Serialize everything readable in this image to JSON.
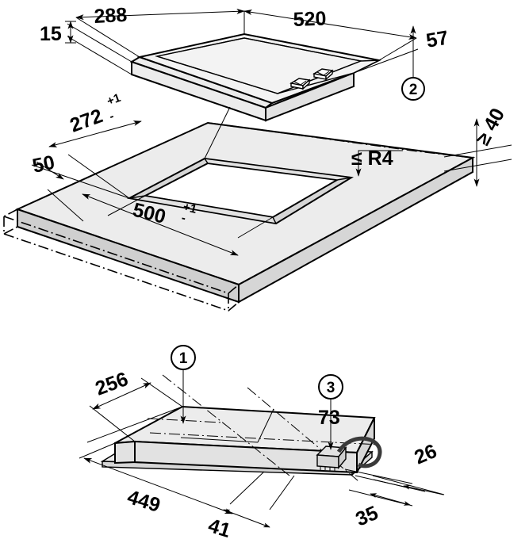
{
  "drawing": {
    "title": "Cooktop installation dimension drawing",
    "units": "mm",
    "views": [
      {
        "name": "hob-exploded-view",
        "label": "Hob above worktop cut-out"
      },
      {
        "name": "underside-view",
        "label": "Hob underside with connection box"
      }
    ]
  },
  "dimensions": {
    "d15": "15",
    "d288": "288",
    "d520": "520",
    "d57": "57",
    "d272": "272",
    "d272_tol_upper": "+1",
    "d272_tol_lower": "-",
    "d50": "50",
    "d500": "500",
    "d500_tol_upper": "+1",
    "d500_tol_lower": "-",
    "r4": "≤ R4",
    "d40": "≥ 40",
    "d256": "256",
    "d449": "449",
    "d41": "41",
    "d73": "73",
    "d26": "26",
    "d35": "35"
  },
  "balloons": {
    "b1": "1",
    "b2": "2",
    "b3": "3"
  },
  "colors": {
    "line": "#000000",
    "worktop_top": "#ececec",
    "worktop_edge": "#d6d6d6",
    "hob_glass_light": "#f2f2f2",
    "hob_glass_dark": "#8d8d8d",
    "frame": "#efefef"
  }
}
